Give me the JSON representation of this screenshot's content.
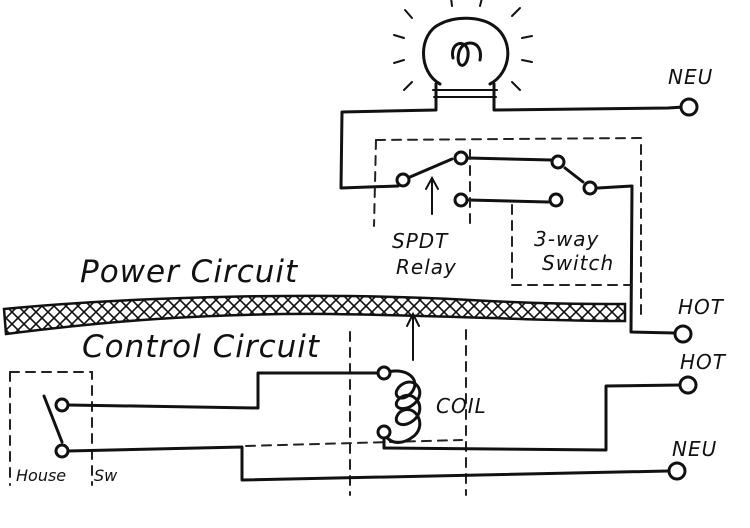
{
  "labels": {
    "power_circuit": "Power Circuit",
    "control_circuit": "Control Circuit",
    "relay_line1": "SPDT",
    "relay_line2": "Relay",
    "switch_line1": "3-way",
    "switch_line2": "Switch",
    "coil": "COIL",
    "neu_top": "NEU",
    "hot_power": "HOT",
    "hot_control": "HOT",
    "neu_bottom": "NEU",
    "house": "House",
    "sw": "Sw"
  },
  "colors": {
    "ink": "#111111",
    "paper": "#ffffff"
  }
}
